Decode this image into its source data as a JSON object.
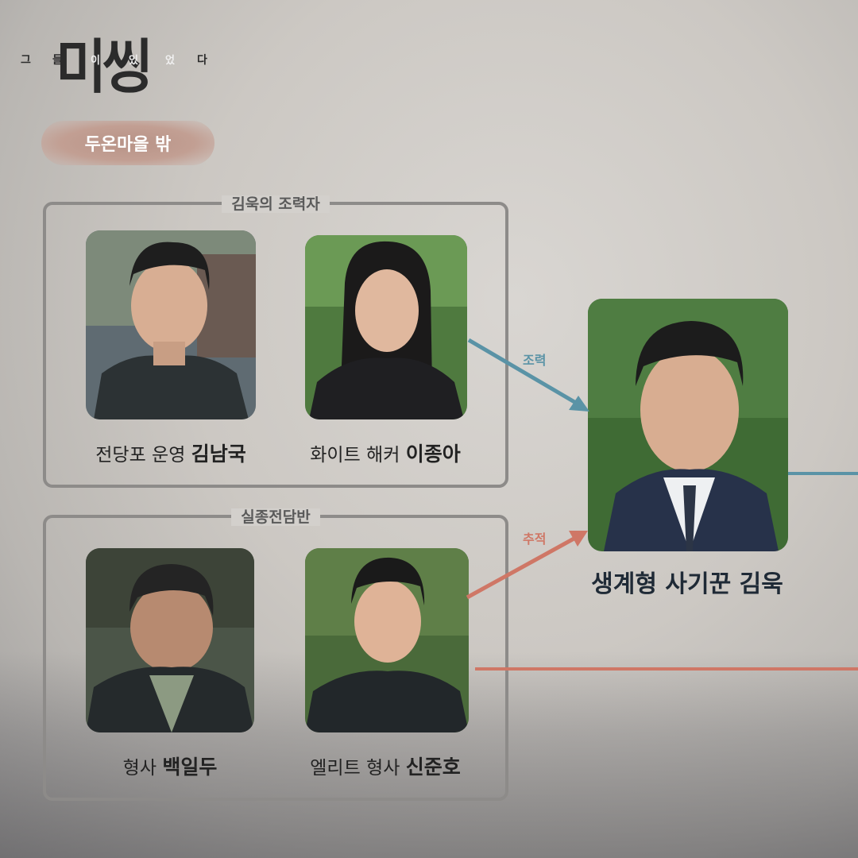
{
  "logo": {
    "title": "미씽",
    "left_chars": [
      "그",
      "들"
    ],
    "mid_chars": [
      "이",
      "있",
      "었"
    ],
    "right_char": "다"
  },
  "section": {
    "badge": "두온마을 밖"
  },
  "groups": [
    {
      "label": "김욱의 조력자",
      "members": [
        {
          "role": "전당포 운영",
          "name": "김남국"
        },
        {
          "role": "화이트 해커",
          "name": "이종아"
        }
      ]
    },
    {
      "label": "실종전담반",
      "members": [
        {
          "role": "형사",
          "name": "백일두"
        },
        {
          "role": "엘리트 형사",
          "name": "신준호"
        }
      ]
    }
  ],
  "main_character": {
    "role": "생계형 사기꾼",
    "name": "김욱"
  },
  "relations": [
    {
      "label": "조력",
      "color": "#5a93a6"
    },
    {
      "label": "추적",
      "color": "#cf7766"
    }
  ],
  "colors": {
    "teal": "#5a93a6",
    "salmon": "#cf7766",
    "badge": "#bf9a8d"
  }
}
